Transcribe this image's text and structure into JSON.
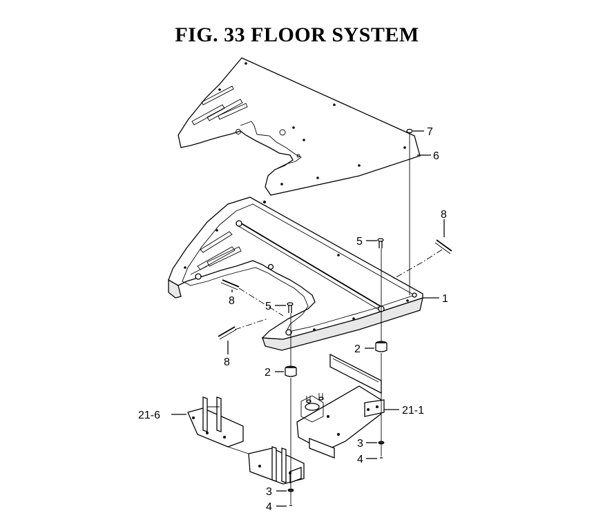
{
  "figure": {
    "title": "FIG. 33  FLOOR SYSTEM"
  },
  "callouts": {
    "c7": "7",
    "c6": "6",
    "c8_right": "8",
    "c5_right": "5",
    "c1": "1",
    "c8_left_upper": "8",
    "c5_left": "5",
    "c8_left_lower": "8",
    "c2_right": "2",
    "c2_left": "2",
    "c21_6": "21-6",
    "c21_1": "21-1",
    "c3_right": "3",
    "c4_right": "4",
    "c3_left": "3",
    "c4_left": "4"
  }
}
